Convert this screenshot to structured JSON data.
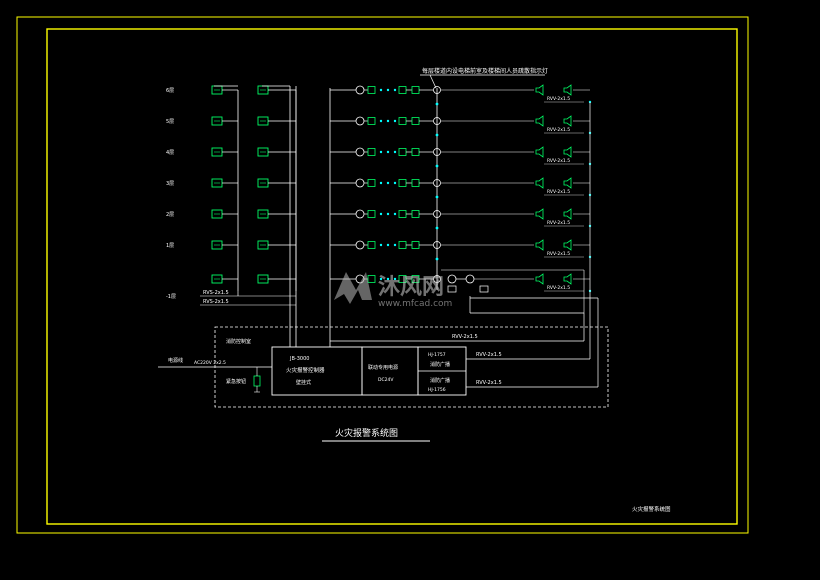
{
  "floors": [
    "6层",
    "5层",
    "4层",
    "3层",
    "2层",
    "1层",
    "-1层"
  ],
  "top_note": "每层楼道内设电梯前室及楼梯间人员疏散指示灯",
  "cable_labels": {
    "floor_left_a": "RVS-2x1.5",
    "floor_left_b": "RVS-2x1.5",
    "speaker_left": "RVV-2x1.5",
    "bus_top": "RVV-2x1.5",
    "bus_mid": "RVV-2x1.5",
    "bus_bottom": "RVV-2x1.5",
    "power_cable": "AC220V 2x2.5"
  },
  "speaker_tags": [
    "RVV-2x1.5",
    "RVV-2x1.5",
    "RVV-2x1.5",
    "RVV-2x1.5",
    "RVV-2x1.5",
    "RVV-2x1.5",
    "RVV-2x1.5"
  ],
  "control_room": {
    "label": "消防控制室",
    "power_in": "电源线",
    "controller_code": "JB-3000",
    "controller_name": "火灾报警控制器",
    "controller_sub": "壁挂式",
    "power_unit": "联动专用电源",
    "power_unit_sub": "DC24V",
    "broadcast_code_a": "HJ-1757",
    "broadcast_a": "消防广播",
    "broadcast_code_b": "HJ-1756",
    "broadcast_b": "消防广播",
    "emergency_btn": "紧急按钮"
  },
  "diagram_title": "火灾报警系统图",
  "corner_note": "火灾报警系统图",
  "watermark": {
    "brand": "沐风网",
    "url": "www.mfcad.com"
  },
  "colors": {
    "frame": "#ffff00",
    "line": "#ffffff",
    "device": "#00ff66",
    "detector": "#00ffff",
    "text": "#ffffff"
  }
}
